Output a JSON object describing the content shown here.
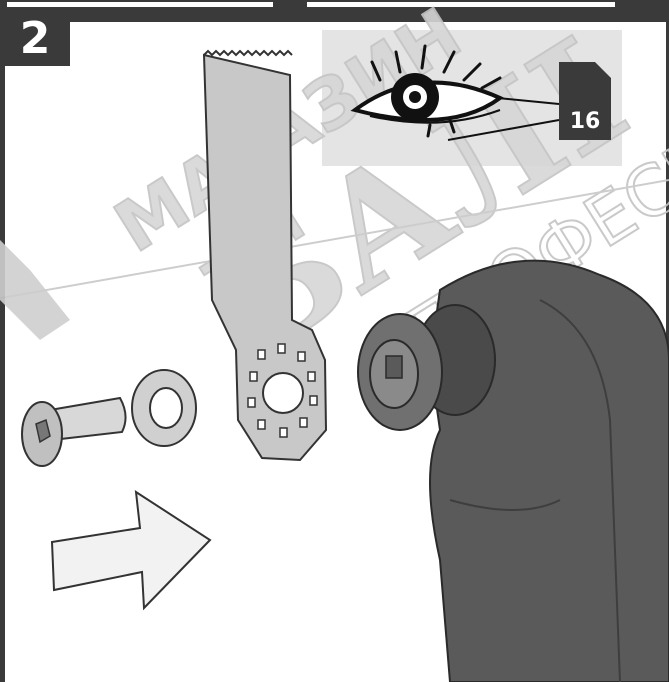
{
  "step": {
    "number": "2"
  },
  "reference": {
    "page_number": "16"
  },
  "watermark": {
    "lines": [
      "МАГАЗИН",
      "БАЛІ",
      "ПРОФЕСІЙНИЙ"
    ]
  },
  "icons": [
    "eye-icon",
    "page-reference-icon",
    "arrow-right-icon"
  ],
  "colors": {
    "frame": "#3a3a3a",
    "tool_body": "#555555",
    "watermark": "#b8b8b8"
  }
}
